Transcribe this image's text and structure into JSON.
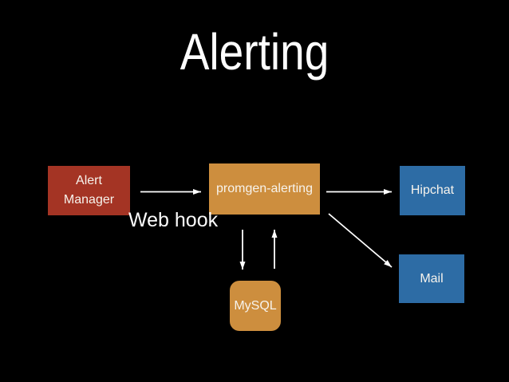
{
  "slide": {
    "title": "Alerting",
    "annotation": "Web hook",
    "colors": {
      "background": "#000000",
      "arrow": "#FFFFFF",
      "title_text": "#FDFDFD",
      "box_text": "#F7F3EC",
      "red": "#A43424",
      "orange": "#CD8E3E",
      "blue": "#2D6CA5"
    },
    "nodes": {
      "alert_manager": {
        "label": "Alert Manager",
        "color": "#A43424"
      },
      "promgen_alerting": {
        "label": "promgen-alerting",
        "color": "#CD8E3E"
      },
      "hipchat": {
        "label": "Hipchat",
        "color": "#2D6CA5"
      },
      "mail": {
        "label": "Mail",
        "color": "#2D6CA5"
      },
      "mysql": {
        "label": "MySQL",
        "color": "#CD8E3E"
      }
    },
    "edges": [
      {
        "from": "alert_manager",
        "to": "promgen_alerting",
        "label": "Web hook"
      },
      {
        "from": "promgen_alerting",
        "to": "hipchat",
        "label": ""
      },
      {
        "from": "promgen_alerting",
        "to": "mail",
        "label": ""
      },
      {
        "from": "promgen_alerting",
        "to": "mysql",
        "label": ""
      },
      {
        "from": "mysql",
        "to": "promgen_alerting",
        "label": ""
      }
    ]
  }
}
